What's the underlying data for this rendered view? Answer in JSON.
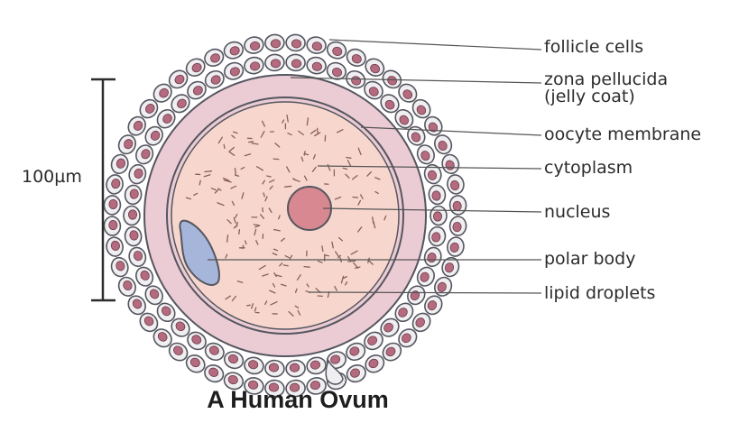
{
  "title": "A Human Ovum",
  "scale_label": "100µm",
  "labels": {
    "follicle_cells": "follicle cells",
    "zona_pellucida_line1": "zona pellucida",
    "zona_pellucida_line2": "(jelly coat)",
    "oocyte_membrane": "oocyte membrane",
    "cytoplasm": "cytoplasm",
    "nucleus": "nucleus",
    "polar_body": "polar body",
    "lipid_droplets": "lipid droplets"
  },
  "colors": {
    "follicle_cell_fill": "#efeff1",
    "follicle_cell_outline": "#55565f",
    "follicle_nucleus": "#b56b7f",
    "zona_pellucida": "#ecccd4",
    "cytoplasm": "#f7d7cd",
    "nucleus": "#d88890",
    "polar_body": "#a6b5da",
    "lipid_droplets": "#8a6058",
    "leader_lines": "#555555"
  }
}
